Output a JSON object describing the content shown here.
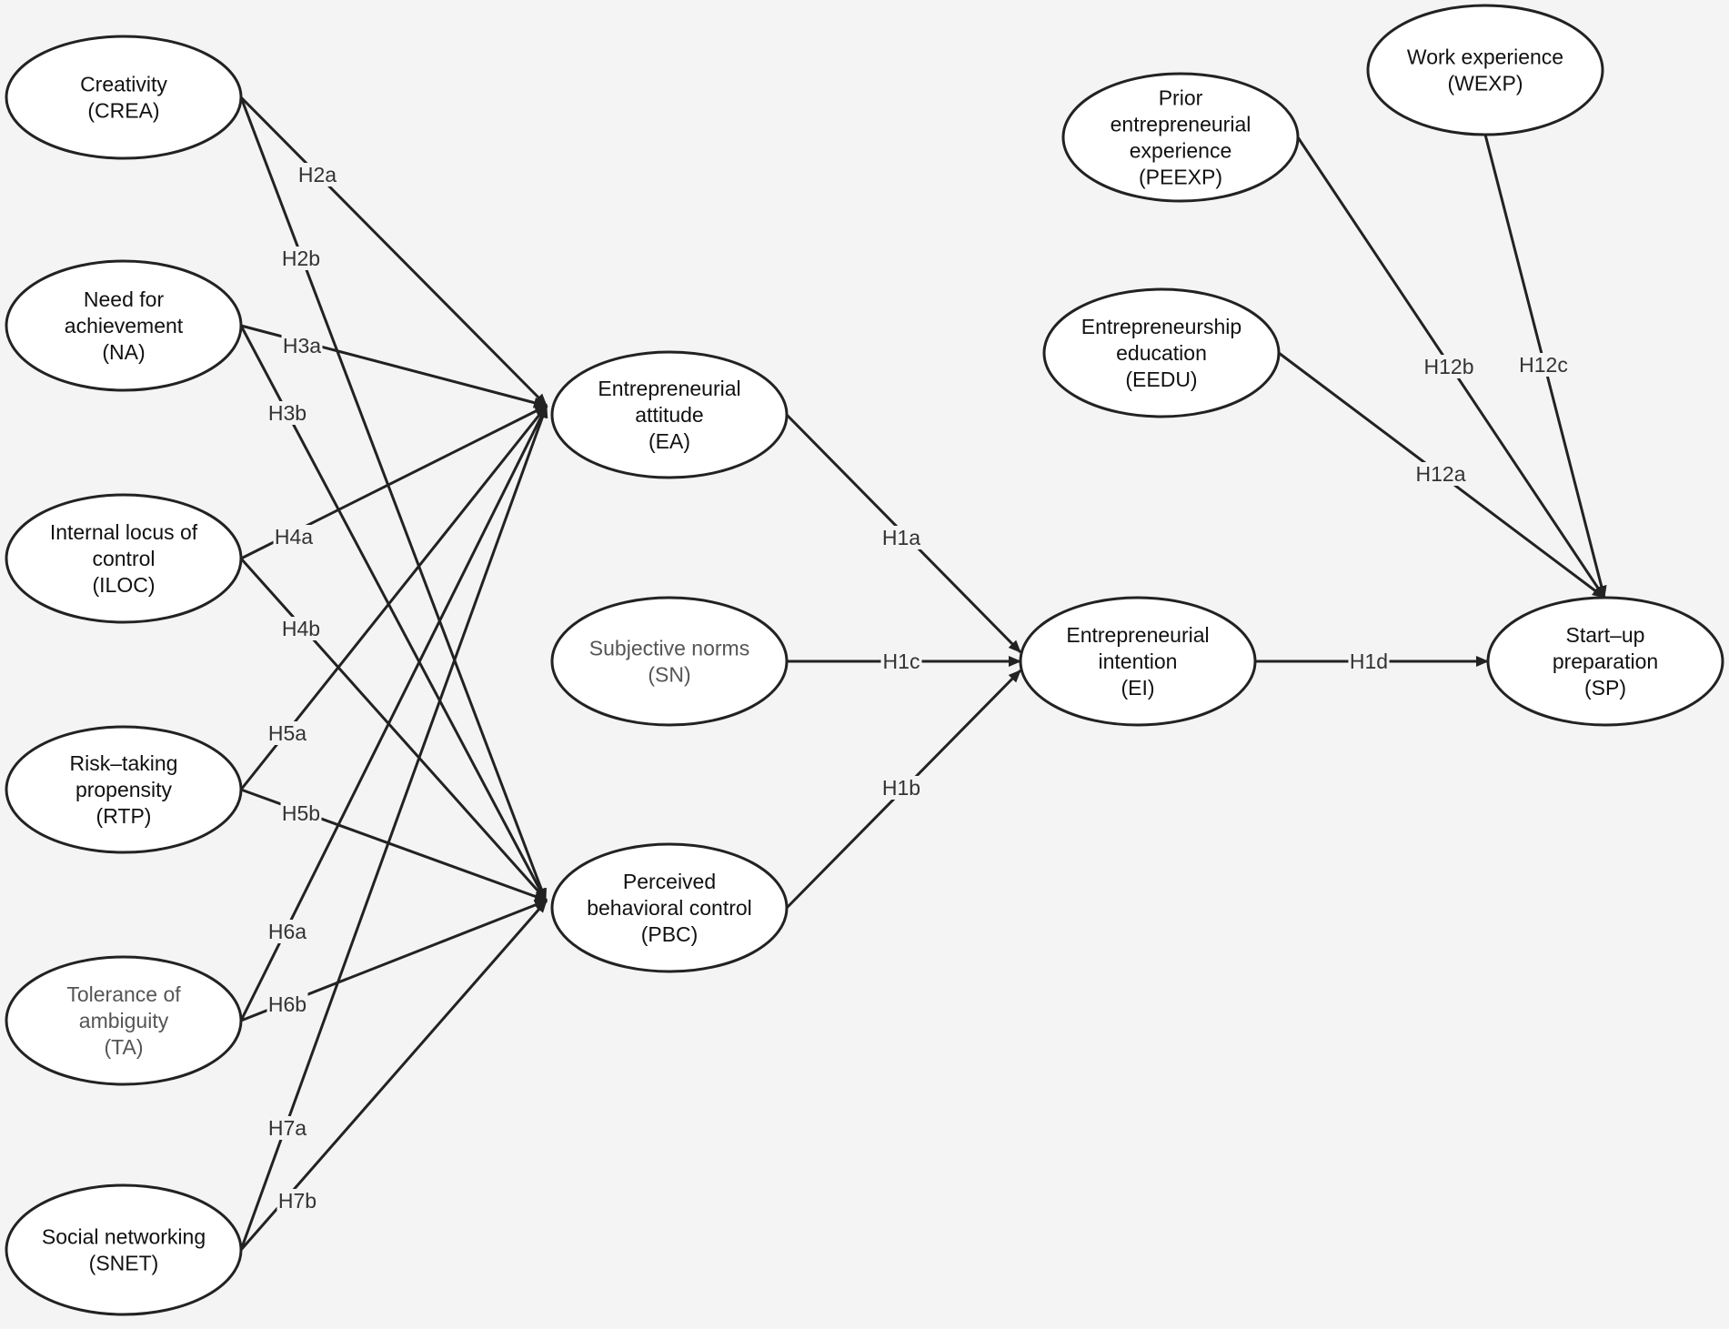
{
  "nodes": {
    "CREA": {
      "lines": [
        "Creativity",
        "(CREA)"
      ]
    },
    "NA": {
      "lines": [
        "Need for",
        "achievement",
        "(NA)"
      ]
    },
    "ILOC": {
      "lines": [
        "Internal locus of",
        "control",
        "(ILOC)"
      ]
    },
    "RTP": {
      "lines": [
        "Risk–taking",
        "propensity",
        "(RTP)"
      ]
    },
    "TA": {
      "lines": [
        "Tolerance of",
        "ambiguity",
        "(TA)"
      ],
      "muted": true
    },
    "SNET": {
      "lines": [
        "Social networking",
        "(SNET)"
      ]
    },
    "EA": {
      "lines": [
        "Entrepreneurial",
        "attitude",
        "(EA)"
      ]
    },
    "SN": {
      "lines": [
        "Subjective norms",
        "(SN)"
      ],
      "muted": true
    },
    "PBC": {
      "lines": [
        "Perceived",
        "behavioral control",
        "(PBC)"
      ]
    },
    "EI": {
      "lines": [
        "Entrepreneurial",
        "intention",
        "(EI)"
      ]
    },
    "SP": {
      "lines": [
        "Start–up",
        "preparation",
        "(SP)"
      ]
    },
    "PEEXP": {
      "lines": [
        "Prior",
        "entrepreneurial",
        "experience",
        "(PEEXP)"
      ]
    },
    "WEXP": {
      "lines": [
        "Work experience",
        "(WEXP)"
      ]
    },
    "EEDU": {
      "lines": [
        "Entrepreneurship",
        "education",
        "(EEDU)"
      ]
    }
  },
  "edges": [
    {
      "from": "CREA",
      "to": "EA",
      "label": "H2a"
    },
    {
      "from": "CREA",
      "to": "PBC",
      "label": "H2b"
    },
    {
      "from": "NA",
      "to": "EA",
      "label": "H3a"
    },
    {
      "from": "NA",
      "to": "PBC",
      "label": "H3b"
    },
    {
      "from": "ILOC",
      "to": "EA",
      "label": "H4a"
    },
    {
      "from": "ILOC",
      "to": "PBC",
      "label": "H4b"
    },
    {
      "from": "RTP",
      "to": "EA",
      "label": "H5a"
    },
    {
      "from": "RTP",
      "to": "PBC",
      "label": "H5b"
    },
    {
      "from": "TA",
      "to": "EA",
      "label": "H6a"
    },
    {
      "from": "TA",
      "to": "PBC",
      "label": "H6b"
    },
    {
      "from": "SNET",
      "to": "EA",
      "label": "H7a"
    },
    {
      "from": "SNET",
      "to": "PBC",
      "label": "H7b"
    },
    {
      "from": "EA",
      "to": "EI",
      "label": "H1a"
    },
    {
      "from": "SN",
      "to": "EI",
      "label": "H1c"
    },
    {
      "from": "PBC",
      "to": "EI",
      "label": "H1b"
    },
    {
      "from": "EI",
      "to": "SP",
      "label": "H1d"
    },
    {
      "from": "EEDU",
      "to": "SP",
      "label": "H12a"
    },
    {
      "from": "PEEXP",
      "to": "SP",
      "label": "H12b"
    },
    {
      "from": "WEXP",
      "to": "SP",
      "label": "H12c"
    }
  ]
}
